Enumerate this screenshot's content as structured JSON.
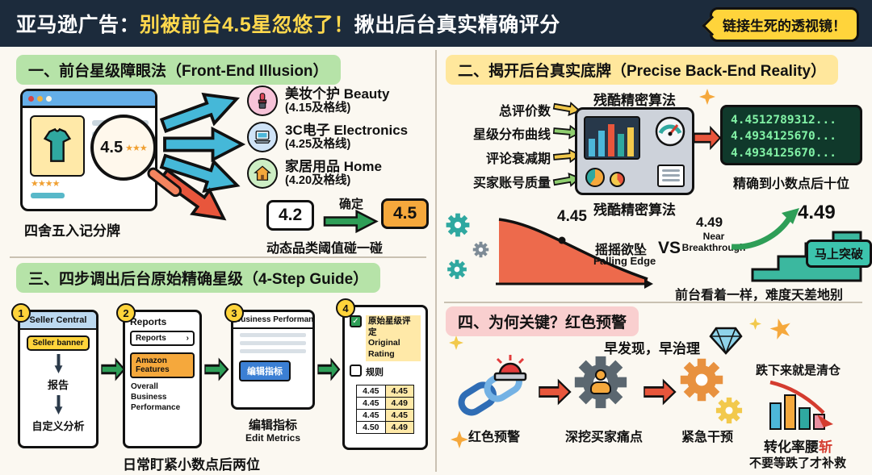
{
  "header": {
    "title_part1": "亚马逊广告：",
    "title_part2": "别被前台4.5星忽悠了！",
    "title_part3": "揪出后台真实精确评分",
    "badge": "链接生死的透视镜！"
  },
  "section1": {
    "title": "一、前台星级障眼法（Front-End Illusion）",
    "magnifier_value": "4.5",
    "magnifier_stars": "★★★",
    "browser_stars": "★★★★",
    "browser_caption": "四舍五入记分牌",
    "categories": [
      {
        "name": "美妆个护 Beauty",
        "threshold": "(4.15及格线)"
      },
      {
        "name": "3C电子 Electronics",
        "threshold": "(4.25及格线)"
      },
      {
        "name": "家居用品 Home",
        "threshold": "(4.20及格线)"
      }
    ],
    "round_from": "4.2",
    "round_label": "确定",
    "round_to": "4.5",
    "bottom_caption": "动态品类阈值碰一碰"
  },
  "section2": {
    "title": "二、揭开后台真实底牌（Precise Back-End Reality）",
    "algo_label_top": "残酷精密算法",
    "algo_label_bottom": "残酷精密算法",
    "factors": [
      "总评价数",
      "星级分布曲线",
      "评论衰减期",
      "买家账号质量"
    ],
    "screen_lines": [
      "4.4512789312...",
      "4.4934125670...",
      "4.4934125670..."
    ],
    "precision_caption": "精确到小数点后十位",
    "falling_value": "4.45",
    "falling_label": "摇摇欲坠",
    "falling_sublabel": "Falling Edge",
    "vs": "VS",
    "near_value": "4.49",
    "near_sublabel": "Near Breakthrough",
    "big_value": "4.49",
    "breakthrough_badge": "马上突破",
    "bottom_caption": "前台看着一样，难度天差地别"
  },
  "section3": {
    "title": "三、四步调出后台原始精确星级（4-Step Guide）",
    "steps": {
      "s1": {
        "num": "1",
        "header": "Seller Central",
        "banner": "Seller banner",
        "item1": "报告",
        "item2": "自定义分析"
      },
      "s2": {
        "num": "2",
        "title": "Reports",
        "menu_item": "Reports",
        "menu_chevron": "›",
        "highlight": "Amazon Features",
        "subtext": "Overall Business Performance"
      },
      "s3": {
        "num": "3",
        "title": "Business Performance",
        "button": "编辑指标",
        "caption_cn": "编辑指标",
        "caption_en": "Edit Metrics"
      },
      "s4": {
        "num": "4",
        "check1_cn": "原始星级评定",
        "check1_en": "Original Rating",
        "check1_mark": "✓",
        "check2": "规则",
        "rows": [
          [
            "4.45",
            "4.45"
          ],
          [
            "4.45",
            "4.49"
          ],
          [
            "4.45",
            "4.45"
          ],
          [
            "4.50",
            "4.49"
          ]
        ]
      }
    },
    "bottom_caption": "日常盯紧小数点后两位"
  },
  "section4": {
    "title": "四、为何关键？红色预警",
    "subtitle": "早发现，早治理",
    "label_alert": "红色预警",
    "label_dig": "深挖买家痛点",
    "label_urgent": "紧急干预",
    "fall_caption": "跌下来就是清仓",
    "conversion_part1": "转化率腰",
    "conversion_part2": "斩",
    "footer": "不要等跌了才补救"
  }
}
